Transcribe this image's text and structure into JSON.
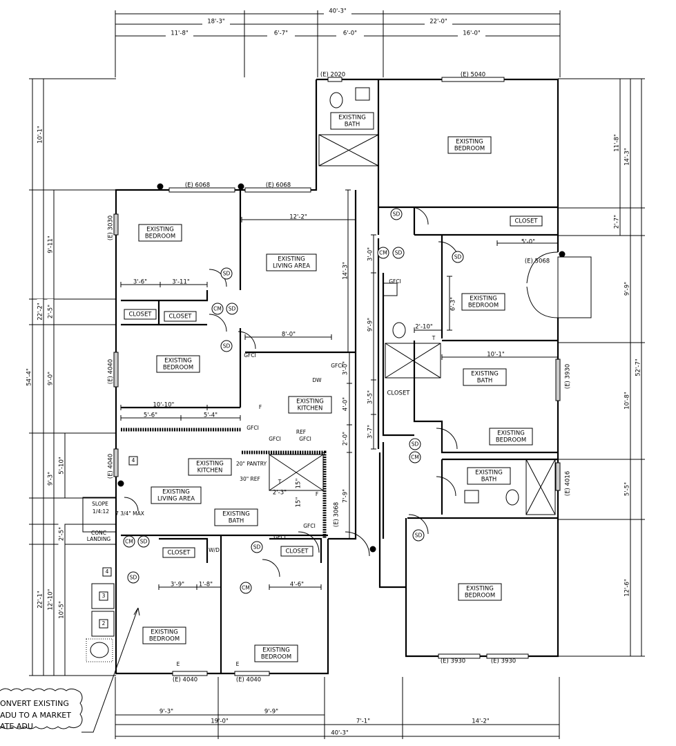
{
  "plan": {
    "dimensions_top": [
      "40'-3\"",
      "18'-3\"",
      "22'-0\"",
      "11'-8\"",
      "6'-7\"",
      "6'-0\"",
      "16'-0\""
    ],
    "dimensions_left": [
      "54'-4\"",
      "10'-1\"",
      "22'-2\"",
      "22'-1\"",
      "9'-11\"",
      "2'-5\"",
      "9'-0\"",
      "9'-3\"",
      "12'-10\"",
      "5'-10\"",
      "2'-5\"",
      "10'-5\""
    ],
    "dimensions_right": [
      "11'-8\"",
      "2'-7\"",
      "14'-3\"",
      "9'-9\"",
      "10'-8\"",
      "5'-5\"",
      "12'-6\"",
      "52'-7\""
    ],
    "dimensions_bottom": [
      "9'-3\"",
      "9'-9\"",
      "19'-0\"",
      "7'-1\"",
      "14'-2\"",
      "40'-3\""
    ],
    "dimensions_interior": [
      "12'-2\"",
      "14'-3\"",
      "3'-6\"",
      "3'-11\"",
      "8'-0\"",
      "10'-10\"",
      "5'-6\"",
      "5'-4\"",
      "3'-0\"",
      "4'-0\"",
      "2'-0\"",
      "7'-9\"",
      "3'-0\"",
      "9'-9\"",
      "3'-5\"",
      "3'-7\"",
      "6'-3\"",
      "2'-10\"",
      "10'-1\"",
      "5'-0\"",
      "3'-9\"",
      "1'-8\"",
      "4'-6\"",
      "2'-3\"",
      "15\"",
      "15\""
    ],
    "rooms": [
      {
        "lines": [
          "EXISTING",
          "BATH"
        ]
      },
      {
        "lines": [
          "EXISTING",
          "BEDROOM"
        ]
      },
      {
        "lines": [
          "CLOSET"
        ]
      },
      {
        "lines": [
          "EXISTING",
          "BEDROOM"
        ]
      },
      {
        "lines": [
          "EXISTING",
          "LIVING AREA"
        ]
      },
      {
        "lines": [
          "CLOSET"
        ]
      },
      {
        "lines": [
          "CLOSET"
        ]
      },
      {
        "lines": [
          "EXISTING",
          "BEDROOM"
        ]
      },
      {
        "lines": [
          "EXISTING",
          "BEDROOM"
        ]
      },
      {
        "lines": [
          "EXISTING",
          "BATH"
        ]
      },
      {
        "lines": [
          "EXISTING",
          "KITCHEN"
        ]
      },
      {
        "lines": [
          "CLOSET"
        ]
      },
      {
        "lines": [
          "EXISTING",
          "BEDROOM"
        ]
      },
      {
        "lines": [
          "EXISTING",
          "KITCHEN"
        ]
      },
      {
        "lines": [
          "EXISTING",
          "BATH"
        ]
      },
      {
        "lines": [
          "EXISTING",
          "LIVING AREA"
        ]
      },
      {
        "lines": [
          "EXISTING",
          "BATH"
        ]
      },
      {
        "lines": [
          "CLOSET"
        ]
      },
      {
        "lines": [
          "CLOSET"
        ]
      },
      {
        "lines": [
          "EXISTING",
          "BEDROOM"
        ]
      },
      {
        "lines": [
          "EXISTING",
          "BEDROOM"
        ]
      },
      {
        "lines": [
          "EXISTING",
          "BEDROOM"
        ]
      }
    ],
    "windows": [
      "(E) 2020",
      "(E) 5040",
      "(E) 6068",
      "(E) 6068",
      "(E) 3030",
      "(E) 4040",
      "(E) 4040",
      "(E) 5068",
      "(E) 3930",
      "(E) 4016",
      "(E) 3930",
      "(E) 3930",
      "(E) 4040",
      "(E) 4040",
      "(E) 3068"
    ],
    "symbols": [
      "SD",
      "SD",
      "SD",
      "SD",
      "SD",
      "SD",
      "SD",
      "SD",
      "SD",
      "SD",
      "SD",
      "CM",
      "CM",
      "CM",
      "CM",
      "CM"
    ],
    "fixtures": [
      "GFCI",
      "GFCI",
      "GFCI",
      "GFCI",
      "GFCI",
      "GFCI",
      "GFCI",
      "GFCI",
      "DW",
      "REF",
      "20\" PANTRY",
      "30\" REF",
      "W/D",
      "F",
      "F",
      "T",
      "T",
      "E",
      "E"
    ],
    "site": {
      "slope": "SLOPE",
      "slope_ratio": "1/4:12",
      "step_max": "7 3/4\" MAX",
      "landing": [
        "CONC",
        "LANDING"
      ],
      "equipment_tags": [
        "4",
        "4",
        "3",
        "2"
      ]
    },
    "note": [
      "ONVERT EXISTING",
      "ADU TO A MARKET",
      "ATE ADU"
    ]
  }
}
